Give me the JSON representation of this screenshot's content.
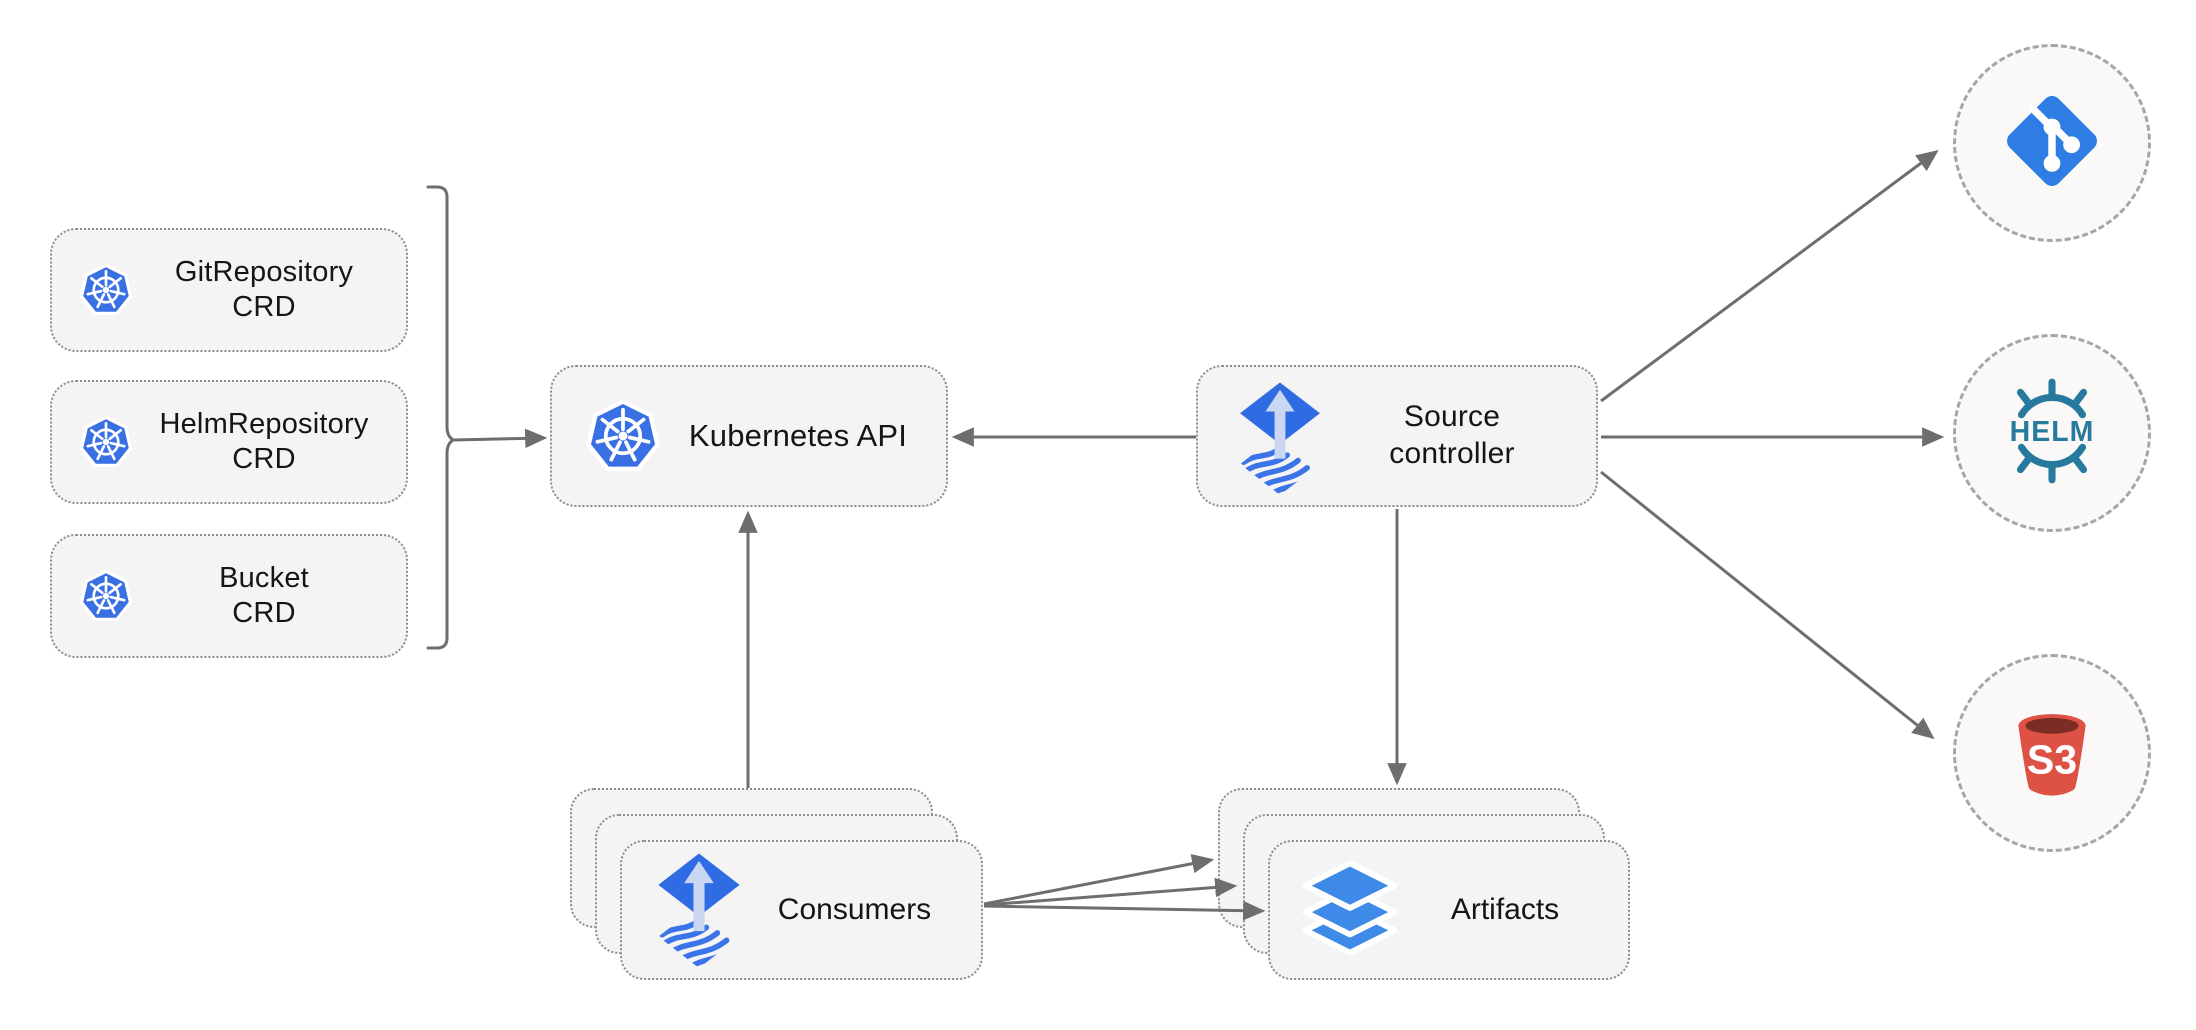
{
  "diagram": {
    "crd_boxes": [
      {
        "label": "GitRepository",
        "sublabel": "CRD"
      },
      {
        "label": "HelmRepository",
        "sublabel": "CRD"
      },
      {
        "label": "Bucket",
        "sublabel": "CRD"
      }
    ],
    "kubernetes_api": {
      "label": "Kubernetes API"
    },
    "source_controller": {
      "label": "Source",
      "sublabel": "controller"
    },
    "consumers": {
      "label": "Consumers"
    },
    "artifacts": {
      "label": "Artifacts"
    },
    "external": {
      "helm_wordmark": "HELM",
      "s3_wordmark": "S3"
    },
    "icons": {
      "kubernetes": "kubernetes-wheel-icon",
      "flux": "flux-diamond-arrow-icon",
      "layers": "stacked-layers-icon",
      "git": "git-branch-diamond-icon",
      "helm": "helm-ship-wheel-icon",
      "s3": "s3-bucket-icon"
    },
    "colors": {
      "kubernetes_blue": "#3970e4",
      "flux_blue": "#2f6be2",
      "flux_stripe_blue": "#3a74e8",
      "flux_arrow_light": "#c9d7f3",
      "layers_blue": "#3f8ae8",
      "git_blue": "#2e7de4",
      "helm_teal": "#277a9e",
      "s3_red": "#de5246",
      "s3_dark_red": "#7c2d23",
      "edge_gray": "#6e6e6e",
      "node_fill": "#f4f4f4"
    }
  }
}
